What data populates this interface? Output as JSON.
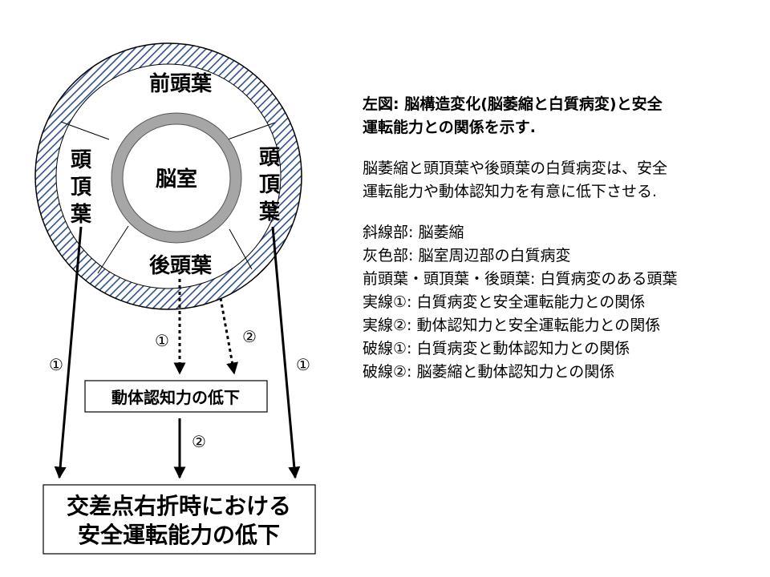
{
  "diagram": {
    "regions": {
      "frontal": "前頭葉",
      "parietal_left": [
        "頭",
        "頂",
        "葉"
      ],
      "parietal_right": [
        "頭",
        "頂",
        "葉"
      ],
      "occipital": "後頭葉",
      "ventricle": "脳室"
    },
    "boxes": {
      "dynamic_cognition": "動体認知力の低下",
      "outcome_line1": "交差点右折時における",
      "outcome_line2": "安全運転能力の低下"
    },
    "arrow_labels": {
      "left_solid": "①",
      "right_solid": "①",
      "dotted_center": "①",
      "dotted_right": "②",
      "middle_solid": "②"
    },
    "colors": {
      "hatch": "#2f4f8a",
      "gray_ring": "#a6a6a6",
      "line": "#000000"
    }
  },
  "description": {
    "title_line1": "左図: 脳構造変化(脳萎縮と白質病変)と安全",
    "title_line2": "運転能力との関係を示す.",
    "para_line1": "脳萎縮と頭頂葉や後頭葉の白質病変は、安全",
    "para_line2": "運転能力や動体認知力を有意に低下させる.",
    "legend": [
      "斜線部: 脳萎縮",
      "灰色部: 脳室周辺部の白質病変",
      "前頭葉・頭頂葉・後頭葉: 白質病変のある頭葉",
      "実線①: 白質病変と安全運転能力との関係",
      "実線②: 動体認知力と安全運転能力との関係",
      "破線①: 白質病変と動体認知力との関係",
      "破線②: 脳萎縮と動体認知力との関係"
    ]
  }
}
